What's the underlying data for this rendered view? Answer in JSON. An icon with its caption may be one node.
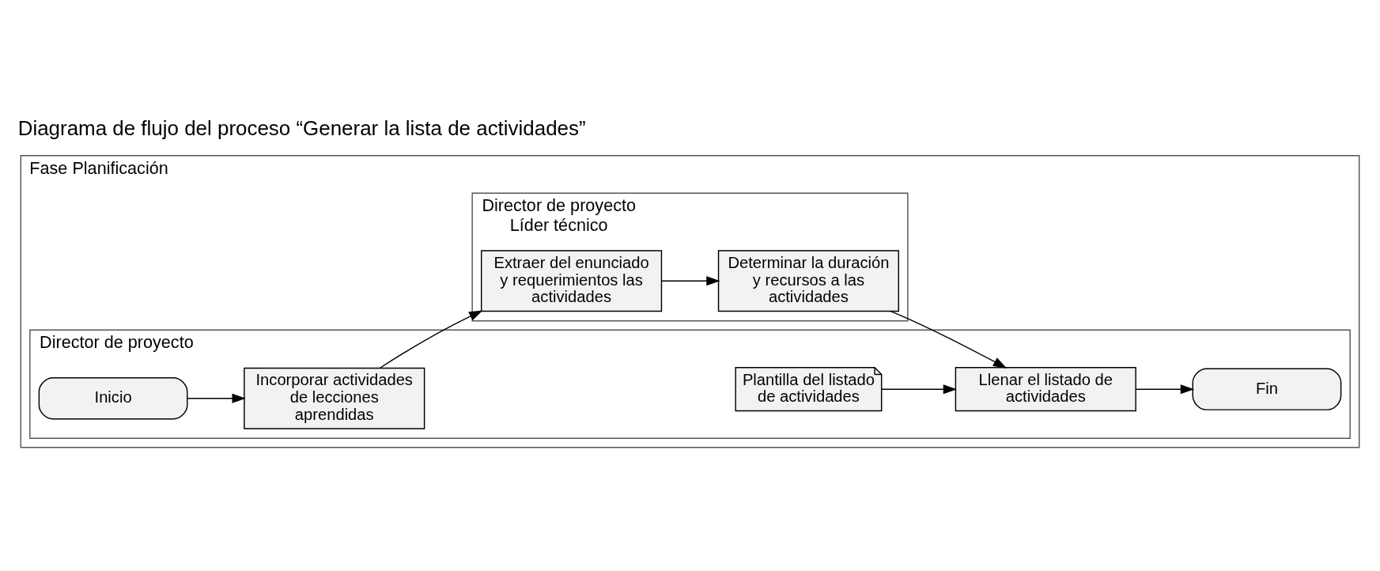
{
  "diagram": {
    "title": "Diagrama de flujo del proceso “Generar la lista de actividades”",
    "nodes": [
      {
        "text": [
          "Fase Planificación"
        ]
      },
      {
        "text": [
          "Director de proyecto"
        ],
        "in": 0
      },
      {
        "text": [
          "Director de proyecto Líder técnico"
        ],
        "in": 0
      },
      {
        "text": [
          "Inicio"
        ],
        "in": 1
      },
      {
        "text": [
          "Incorporar actividades de lecciones aprendidas"
        ],
        "in": 1
      },
      {
        "text": [
          "Plantilla del listado de actividades"
        ],
        "in": 1
      },
      {
        "text": [
          "Llenar el listado de actividades"
        ],
        "in": 1
      },
      {
        "text": [
          "Fin"
        ],
        "in": 1
      },
      {
        "text": [
          "Extraer del enunciado y requerimientos las actividades"
        ],
        "in": 2
      },
      {
        "text": [
          "Determinar la duración y recursos a las actividades"
        ],
        "in": 2
      }
    ],
    "edges": [
      {
        "from": 3,
        "to": 4,
        "arrow": "to"
      },
      {
        "from": 4,
        "to": 8,
        "arrow": "to"
      },
      {
        "from": 8,
        "to": 9,
        "arrow": "to"
      },
      {
        "from": 9,
        "to": 6,
        "arrow": "to"
      },
      {
        "from": 5,
        "to": 6,
        "arrow": "to"
      },
      {
        "from": 6,
        "to": 7,
        "arrow": "to"
      }
    ]
  }
}
